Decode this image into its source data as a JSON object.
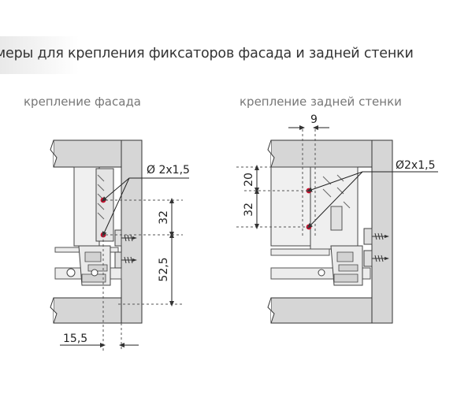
{
  "page": {
    "title": "меры для крепления фиксаторов фасада и задней стенки",
    "left_caption": "крепление фасада",
    "right_caption": "крепление задней стенки"
  },
  "left": {
    "hole_label": "Ø 2x1,5",
    "dim_hole_spacing": "32",
    "dim_bottom": "52,5",
    "dim_offset": "15,5"
  },
  "right": {
    "hole_label": "Ø2x1,5",
    "dim_top": "9",
    "dim_first_hole": "20",
    "dim_hole_spacing": "32"
  },
  "colors": {
    "hole": "#c8102e",
    "panel": "#d6d6d6",
    "line": "#333333"
  }
}
